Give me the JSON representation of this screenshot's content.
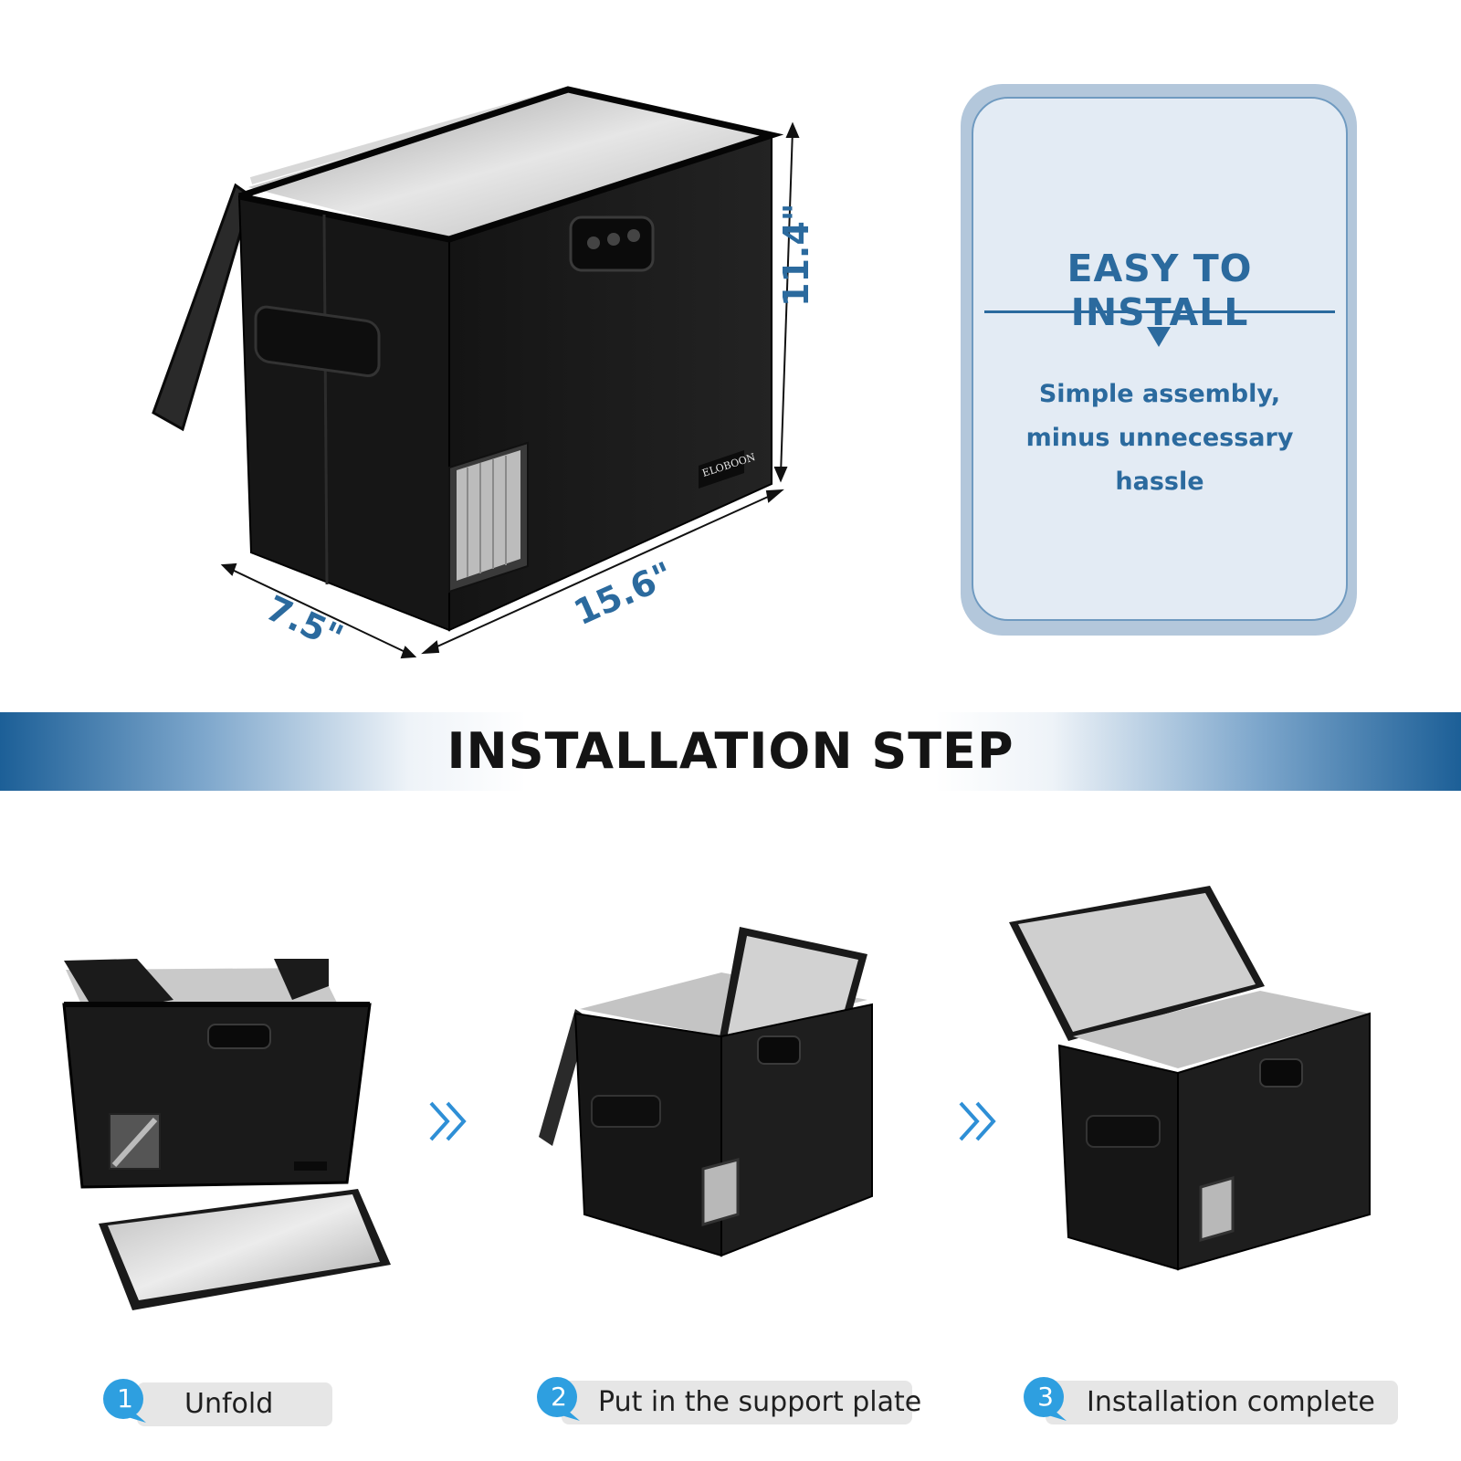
{
  "dimensions": {
    "width": "15.6\"",
    "height": "11.4\"",
    "depth": "7.5\""
  },
  "brand_label": "ELOBOON",
  "feature_card": {
    "title": "EASY TO INSTALL",
    "body_lines": [
      "Simple assembly,",
      "minus unnecessary",
      "hassle"
    ]
  },
  "banner": {
    "title": "INSTALLATION STEP"
  },
  "steps": [
    {
      "number": "1",
      "label": "Unfold"
    },
    {
      "number": "2",
      "label": "Put in the support plate"
    },
    {
      "number": "3",
      "label": "Installation complete"
    }
  ],
  "colors": {
    "accent_blue": "#2b6a9e",
    "badge_blue": "#2e9fe0",
    "box_black": "#1a1a1a",
    "liner_silver": "#c8c8c8"
  },
  "icons": [
    "double-chevron-right-icon",
    "speech-bubble-badge-icon"
  ]
}
